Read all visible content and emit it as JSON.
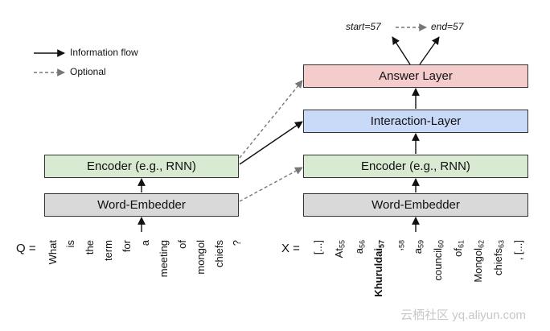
{
  "legend": {
    "info_flow": "Information flow",
    "optional": "Optional"
  },
  "outputs": {
    "start": "start=57",
    "end": "end=57"
  },
  "question_side": {
    "label": "Q =",
    "encoder": "Encoder (e.g., RNN)",
    "embedder": "Word-Embedder",
    "tokens": [
      "What",
      "is",
      "the",
      "term",
      "for",
      "a",
      "meeting",
      "of",
      "mongol",
      "chiefs",
      "?"
    ]
  },
  "context_side": {
    "label": "X =",
    "answer_layer": "Answer Layer",
    "interaction_layer": "Interaction-Layer",
    "encoder": "Encoder (e.g., RNN)",
    "embedder": "Word-Embedder",
    "tokens": [
      {
        "text": "[...]",
        "sub": ""
      },
      {
        "text": "At",
        "sub": "55"
      },
      {
        "text": "a",
        "sub": "56"
      },
      {
        "text": "Khuruldai",
        "sub": "57",
        "bold": true
      },
      {
        "text": ",",
        "sub": "58"
      },
      {
        "text": "a",
        "sub": "59"
      },
      {
        "text": "council",
        "sub": "60"
      },
      {
        "text": "of",
        "sub": "61"
      },
      {
        "text": "Mongol",
        "sub": "62"
      },
      {
        "text": "chiefs",
        "sub": "63"
      },
      {
        "text": ", [...]",
        "sub": ""
      }
    ]
  },
  "watermark": "云栖社区 yq.aliyun.com",
  "colors": {
    "encoder": "#d9ead3",
    "embedder": "#d9d9d9",
    "interaction": "#c9daf8",
    "answer": "#f4cccc",
    "arrow": "#111111",
    "optional_arrow": "#777777"
  }
}
